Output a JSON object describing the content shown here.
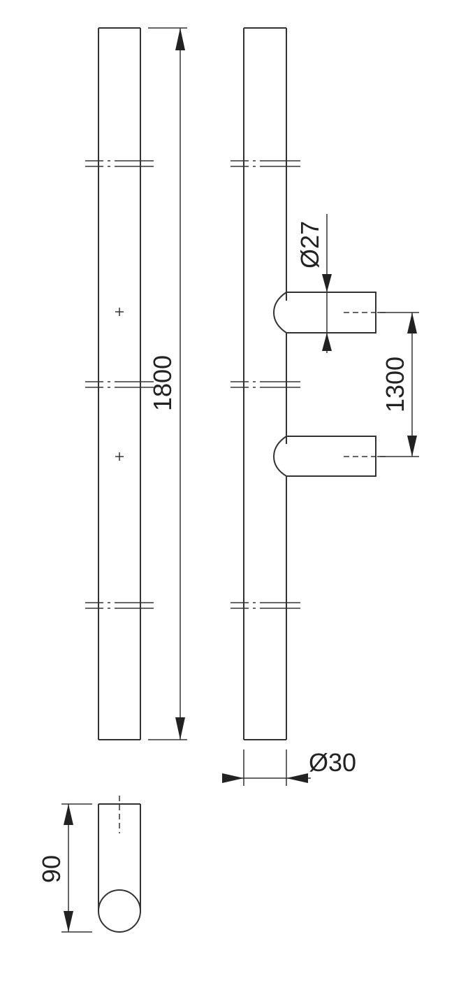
{
  "drawing": {
    "dimensions": {
      "total_length": "1800",
      "post_spacing": "1300",
      "post_diameter": "Ø27",
      "bar_diameter": "Ø30",
      "projection": "90"
    }
  }
}
